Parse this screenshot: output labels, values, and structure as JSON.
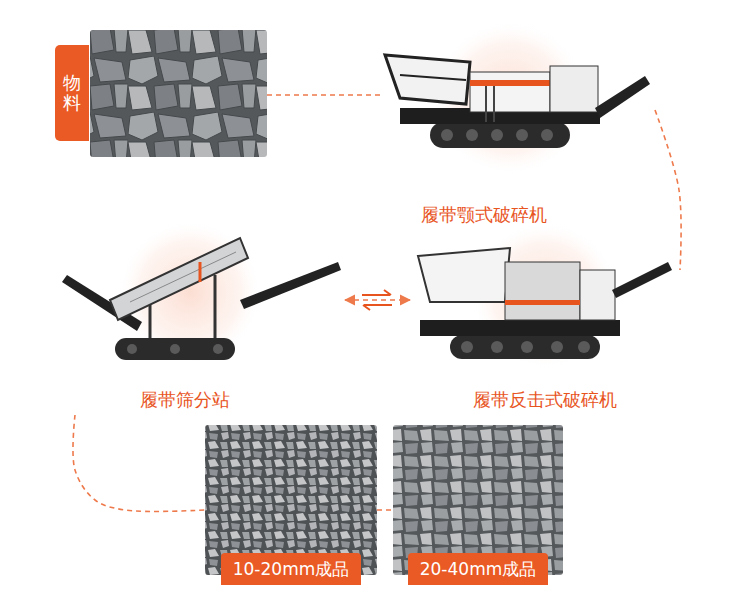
{
  "diagram": {
    "nodes": [
      {
        "text": [
          "物料"
        ]
      },
      {
        "text": [
          "履带颚式破碎机"
        ]
      },
      {
        "text": [
          "履带筛分站"
        ]
      },
      {
        "text": [
          "履带反击式破碎机"
        ]
      },
      {
        "text": [
          "10-20mm成品"
        ]
      },
      {
        "text": [
          "20-40mm成品"
        ]
      }
    ],
    "edges": [
      {
        "from": 0,
        "to": 1,
        "arrow": "none"
      },
      {
        "from": 1,
        "to": 3,
        "arrow": "none"
      },
      {
        "from": 2,
        "to": 3,
        "arrow": "both"
      },
      {
        "from": 2,
        "to": 4,
        "arrow": "none"
      },
      {
        "from": 4,
        "to": 5,
        "arrow": "none"
      }
    ]
  }
}
